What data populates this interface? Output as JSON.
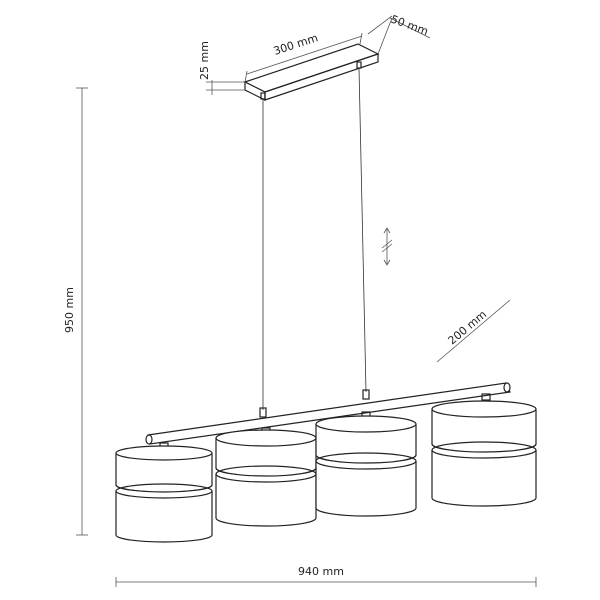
{
  "dimensions": {
    "canopy_length": "300 mm",
    "canopy_depth": "50 mm",
    "canopy_height": "25 mm",
    "total_height": "950 mm",
    "total_width": "940 mm",
    "shade_diameter": "200 mm"
  },
  "colors": {
    "stroke": "#222222",
    "dimension_line": "#555555"
  }
}
